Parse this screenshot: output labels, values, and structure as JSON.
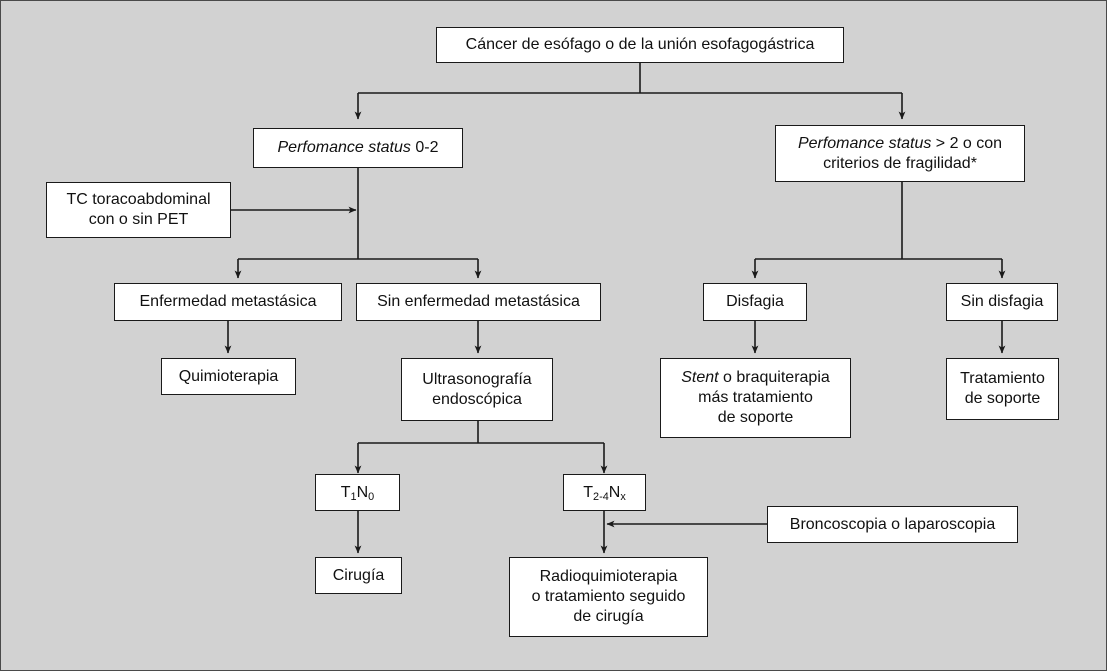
{
  "figure": {
    "kind": "clinical-algorithm-flowchart",
    "language": "es",
    "background_color": "#d2d2d2",
    "box_fill": "#ffffff",
    "line_color": "#1a1a1a"
  },
  "nodes": {
    "root": {
      "label": "Cáncer de esófago o de la unión esofagogástrica"
    },
    "ps_0_2": {
      "label_italic": "Perfomance status",
      "label_rest": " 0-2"
    },
    "ps_gt2": {
      "label_italic": "Perfomance status",
      "label_rest": " > 2 o con\ncriterios de fragilidad*"
    },
    "tc": {
      "label": "TC toracoabdominal\ncon o sin PET"
    },
    "metastasica": {
      "label": "Enfermedad metastásica"
    },
    "sin_metastasica": {
      "label": "Sin enfermedad metastásica"
    },
    "disfagia": {
      "label": "Disfagia"
    },
    "sin_disfagia": {
      "label": "Sin disfagia"
    },
    "quimioterapia": {
      "label": "Quimioterapia"
    },
    "ultrasonografia": {
      "label": "Ultrasonografía\nendoscópica"
    },
    "stent": {
      "label_italic": "Stent",
      "label_rest": " o braquiterapia\nmás tratamiento\nde soporte"
    },
    "tratamiento_soporte": {
      "label": "Tratamiento\nde soporte"
    },
    "t1n0": {
      "t": "T",
      "t_sub": "1",
      "n": "N",
      "n_sub": "0"
    },
    "t24nx": {
      "t": "T",
      "t_sub": "2-4",
      "n": "N",
      "n_sub": "x"
    },
    "broncoscopia": {
      "label": "Broncoscopia o laparoscopia"
    },
    "cirugia": {
      "label": "Cirugía"
    },
    "radioquimio": {
      "label": "Radioquimioterapia\no tratamiento seguido\nde cirugía"
    }
  }
}
